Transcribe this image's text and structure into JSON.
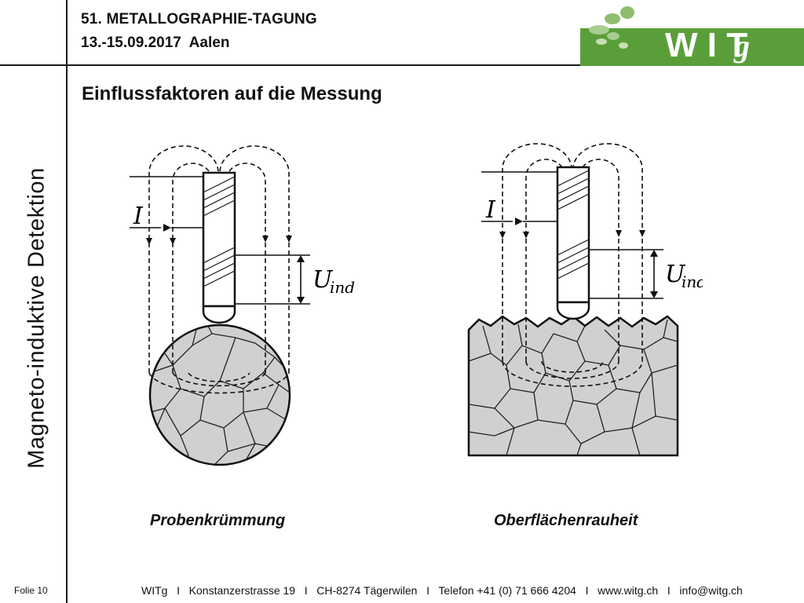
{
  "header": {
    "conference": "51. METALLOGRAPHIE-TAGUNG",
    "date_place": "13.-15.09.2017  Aalen",
    "logo_text": "WITg",
    "logo_color": "#5a9e3a"
  },
  "slide": {
    "title": "Einflussfaktoren auf die Messung",
    "side_title": "Magneto-induktive Detektion"
  },
  "diagrams": {
    "current_symbol": "I",
    "voltage_symbol": "U",
    "voltage_subscript": "ind",
    "left_caption": "Probenkrümmung",
    "right_caption": "Oberflächenrauheit"
  },
  "footer": {
    "folie": "Folie 10",
    "text": "WITg   I   Konstanzerstrasse 19   I   CH-8274 Tägerwilen   I   Telefon +41 (0) 71 666 4204   I   www.witg.ch   I   info@witg.ch"
  }
}
